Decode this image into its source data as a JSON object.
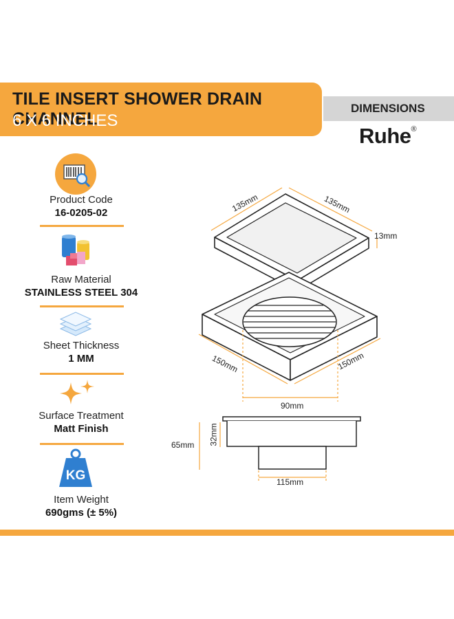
{
  "header": {
    "title": "TILE INSERT SHOWER DRAIN CHANNEL",
    "subtitle": "6 X 6 INCHES",
    "tab": "DIMENSIONS",
    "brand": "Ruhe",
    "brand_mark": "®"
  },
  "specs": [
    {
      "label": "Product Code",
      "value": "16-0205-02"
    },
    {
      "label": "Raw Material",
      "value": "STAINLESS STEEL 304"
    },
    {
      "label": "Sheet Thickness",
      "value": "1 MM"
    },
    {
      "label": "Surface Treatment",
      "value": "Matt Finish"
    },
    {
      "label": "Item Weight",
      "value": "690gms (± 5%)"
    }
  ],
  "weight_icon_text": "KG",
  "dimensions": {
    "top_left": "135mm",
    "top_right": "135mm",
    "top_height": "13mm",
    "base_left": "150mm",
    "base_right": "150mm",
    "grate": "90mm",
    "side_total": "65mm",
    "side_inner": "32mm",
    "side_bottom": "115mm"
  },
  "colors": {
    "accent": "#f5a73e",
    "tab": "#d5d5d5",
    "icon_blue": "#2f7fd0"
  }
}
